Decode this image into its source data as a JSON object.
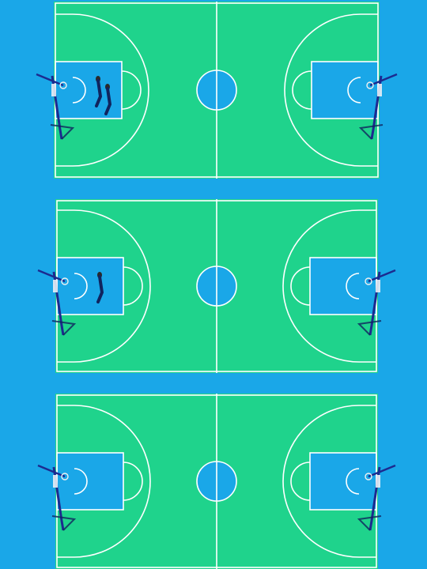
{
  "scene": {
    "description_visible_text": "",
    "court_count": 3,
    "colors": {
      "surround": "#1aa7e8",
      "court_surface": "#1fd38c",
      "key_and_circle": "#1aa7e8",
      "lines": "#ffffff",
      "hoop_post": "#1c2a8f",
      "shadow": "#10245e"
    },
    "courts": [
      {
        "name": "court-top",
        "people_on_court": 2
      },
      {
        "name": "court-middle",
        "people_on_court": 1
      },
      {
        "name": "court-bottom",
        "people_on_court": 0
      }
    ]
  }
}
